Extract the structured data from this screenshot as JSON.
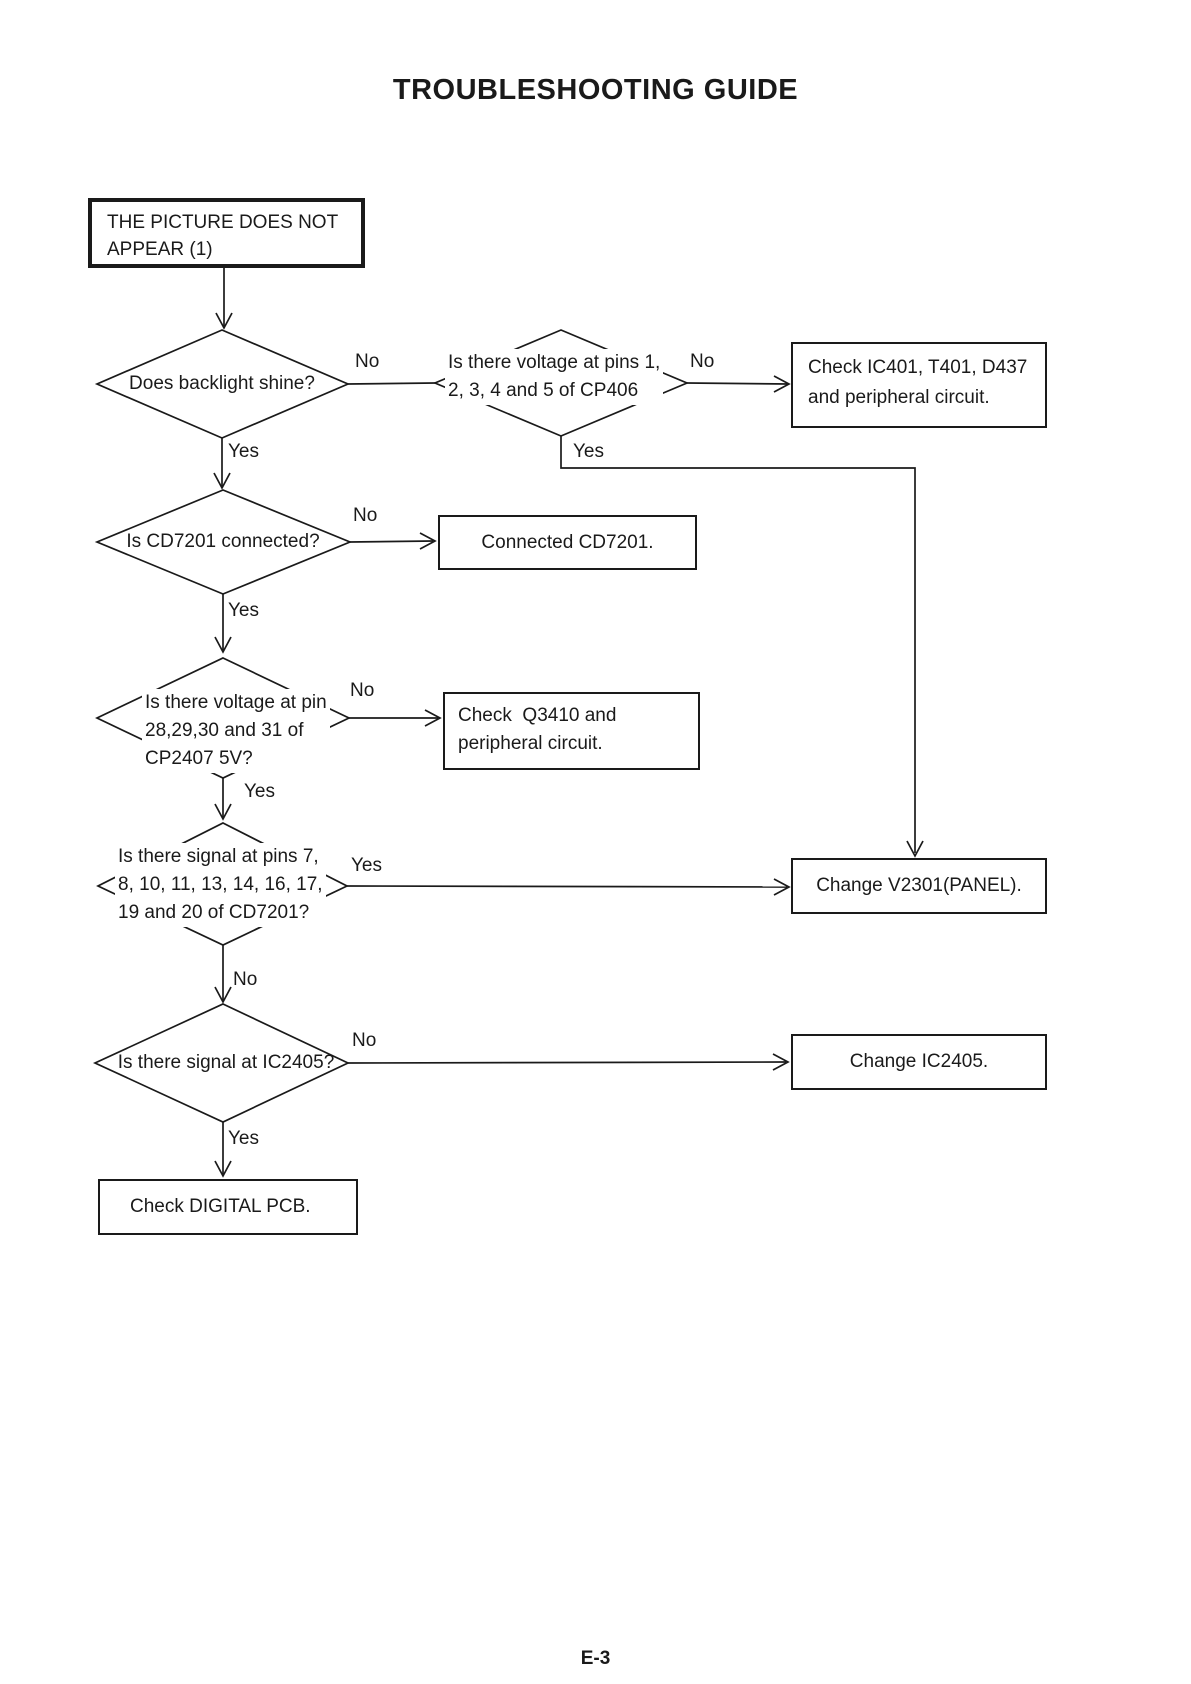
{
  "title": "TROUBLESHOOTING GUIDE",
  "page_number": "E-3",
  "labels": {
    "yes": "Yes",
    "no": "No"
  },
  "colors": {
    "ink": "#1a1a1a",
    "background": "#ffffff"
  },
  "nodes": {
    "start": {
      "lines": [
        "THE PICTURE DOES NOT",
        "APPEAR (1)"
      ]
    },
    "backlight": {
      "lines": [
        "Does backlight shine?"
      ]
    },
    "cp406": {
      "lines": [
        "Is there voltage at pins 1,",
        "2, 3, 4 and 5 of CP406"
      ]
    },
    "check_ic401": {
      "lines": [
        "Check IC401, T401, D437",
        "and peripheral circuit."
      ]
    },
    "cd7201_connected": {
      "lines": [
        "Is CD7201 connected?"
      ]
    },
    "connected_cd7201": {
      "lines": [
        "Connected CD7201."
      ]
    },
    "cp2407": {
      "lines": [
        "Is there voltage at pin",
        "28,29,30 and 31 of",
        "CP2407 5V?"
      ]
    },
    "check_q3410": {
      "lines": [
        "Check  Q3410 and",
        "peripheral circuit."
      ]
    },
    "cd7201_signal": {
      "lines": [
        "Is there signal at pins 7,",
        "8, 10, 11, 13, 14, 16, 17,",
        "19 and 20 of CD7201?"
      ]
    },
    "change_v2301": {
      "lines": [
        "Change V2301(PANEL)."
      ]
    },
    "ic2405_signal": {
      "lines": [
        "Is there signal at IC2405?"
      ]
    },
    "change_ic2405": {
      "lines": [
        "Change IC2405."
      ]
    },
    "check_digital_pcb": {
      "lines": [
        "Check DIGITAL PCB."
      ]
    }
  }
}
